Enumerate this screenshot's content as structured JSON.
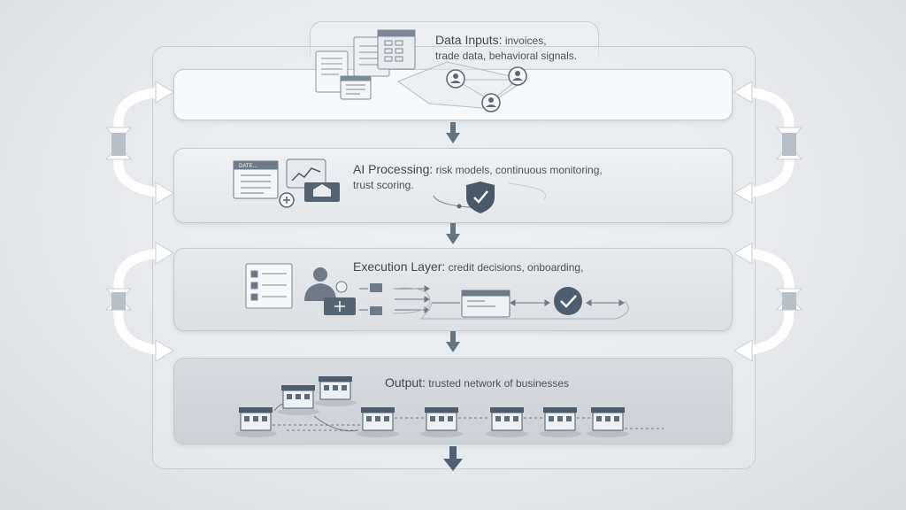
{
  "layers": [
    {
      "title": "Data Inputs:",
      "desc_line1": "invoices,",
      "desc_line2": "trade data, behavioral signals."
    },
    {
      "title": "AI Processing:",
      "desc_line1": "risk models, continuous monitoring,",
      "desc_line2": "trust scoring."
    },
    {
      "title": "Execution Layer:",
      "desc_line1": "credit decisions, onboarding,"
    },
    {
      "title": "Output:",
      "desc_line1": "trusted network of businesses"
    }
  ],
  "screen_text": "DATE...",
  "colors": {
    "arrow": "#5d6b79",
    "icon": "#6b7785",
    "accent": "#4e6273",
    "curve": "#ffffff"
  }
}
